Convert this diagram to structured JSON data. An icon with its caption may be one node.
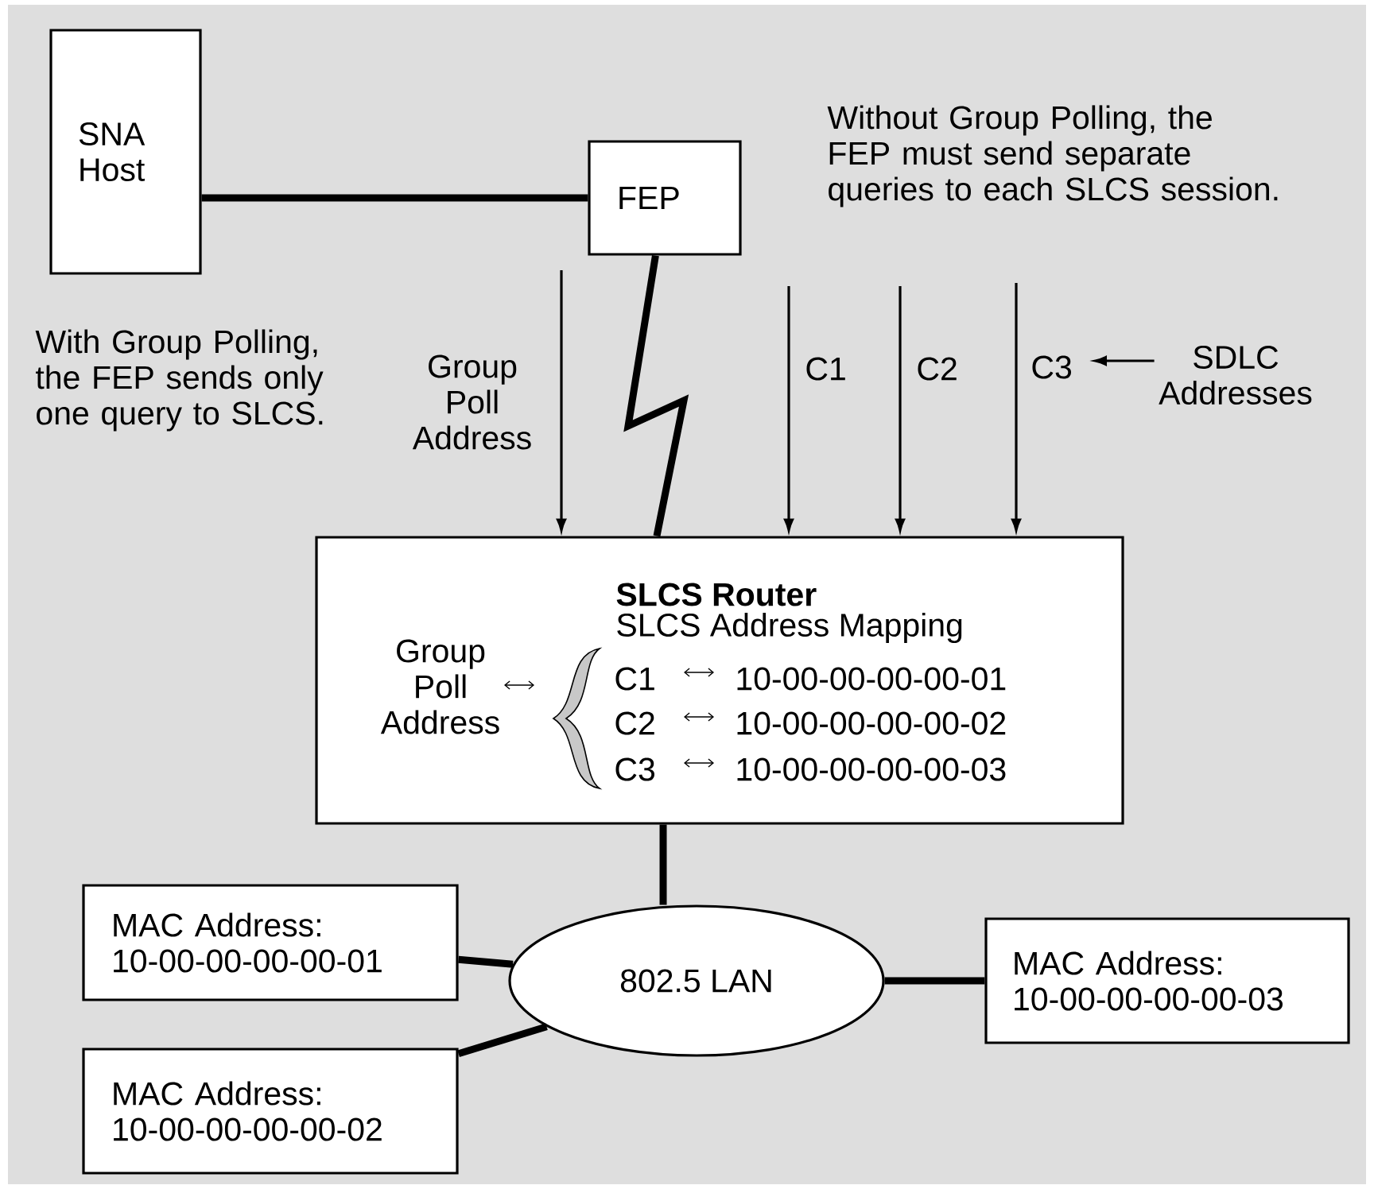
{
  "diagram": {
    "nodes": [
      {
        "text": [
          "SNA Host"
        ]
      },
      {
        "text": [
          "FEP"
        ]
      },
      {
        "text": [
          "SLCS Router",
          "SLCS Address Mapping"
        ]
      },
      {
        "text": [
          "802.5 LAN"
        ]
      },
      {
        "text": [
          "MAC Address: 10-00-00-00-00-01"
        ]
      },
      {
        "text": [
          "MAC Address: 10-00-00-00-00-02"
        ]
      },
      {
        "text": [
          "MAC Address: 10-00-00-00-00-03"
        ]
      },
      {
        "text": [
          "SDLC Addresses"
        ]
      }
    ],
    "edges": [
      {
        "from": 0,
        "to": 1,
        "arrow": "none"
      },
      {
        "from": 1,
        "to": 2,
        "arrow": "none"
      },
      {
        "from": 2,
        "to": 3,
        "arrow": "none"
      },
      {
        "from": 3,
        "to": 4,
        "arrow": "none"
      },
      {
        "from": 3,
        "to": 5,
        "arrow": "none"
      },
      {
        "from": 3,
        "to": 6,
        "arrow": "none"
      },
      {
        "from": null,
        "to": 2,
        "arrow": "to",
        "label": "Group Poll Address"
      },
      {
        "from": null,
        "to": 2,
        "arrow": "to",
        "label": "C1"
      },
      {
        "from": null,
        "to": 2,
        "arrow": "to",
        "label": "C2"
      },
      {
        "from": null,
        "to": 2,
        "arrow": "to",
        "label": "C3"
      },
      {
        "from": 7,
        "to": null,
        "arrow": "to"
      }
    ],
    "labels": [
      "Without Group Polling, the FEP must send separate queries to each SLCS session.",
      "With Group Polling, the FEP sends only one query to SLCS.",
      "Group Poll Address",
      "C1",
      "10-00-00-00-00-01",
      "C2",
      "10-00-00-00-00-02",
      "C3",
      "10-00-00-00-00-03"
    ]
  }
}
